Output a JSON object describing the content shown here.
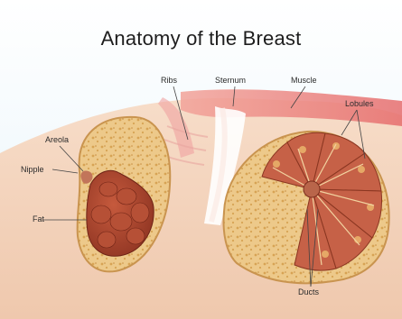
{
  "title": "Anatomy of the Breast",
  "labels": {
    "ribs": "Ribs",
    "sternum": "Sternum",
    "muscle": "Muscle",
    "lobules": "Lobules",
    "areola": "Areola",
    "nipple": "Nipple",
    "fat": "Fat",
    "ducts": "Ducts"
  },
  "colors": {
    "background_top": "#ffffff",
    "background_bottom": "#cfe9f4",
    "skin": "#f3d2b9",
    "fat": "#e9c27a",
    "lobule": "#a9452d",
    "muscle": "#e97a7a",
    "sternum": "#ffffff"
  }
}
